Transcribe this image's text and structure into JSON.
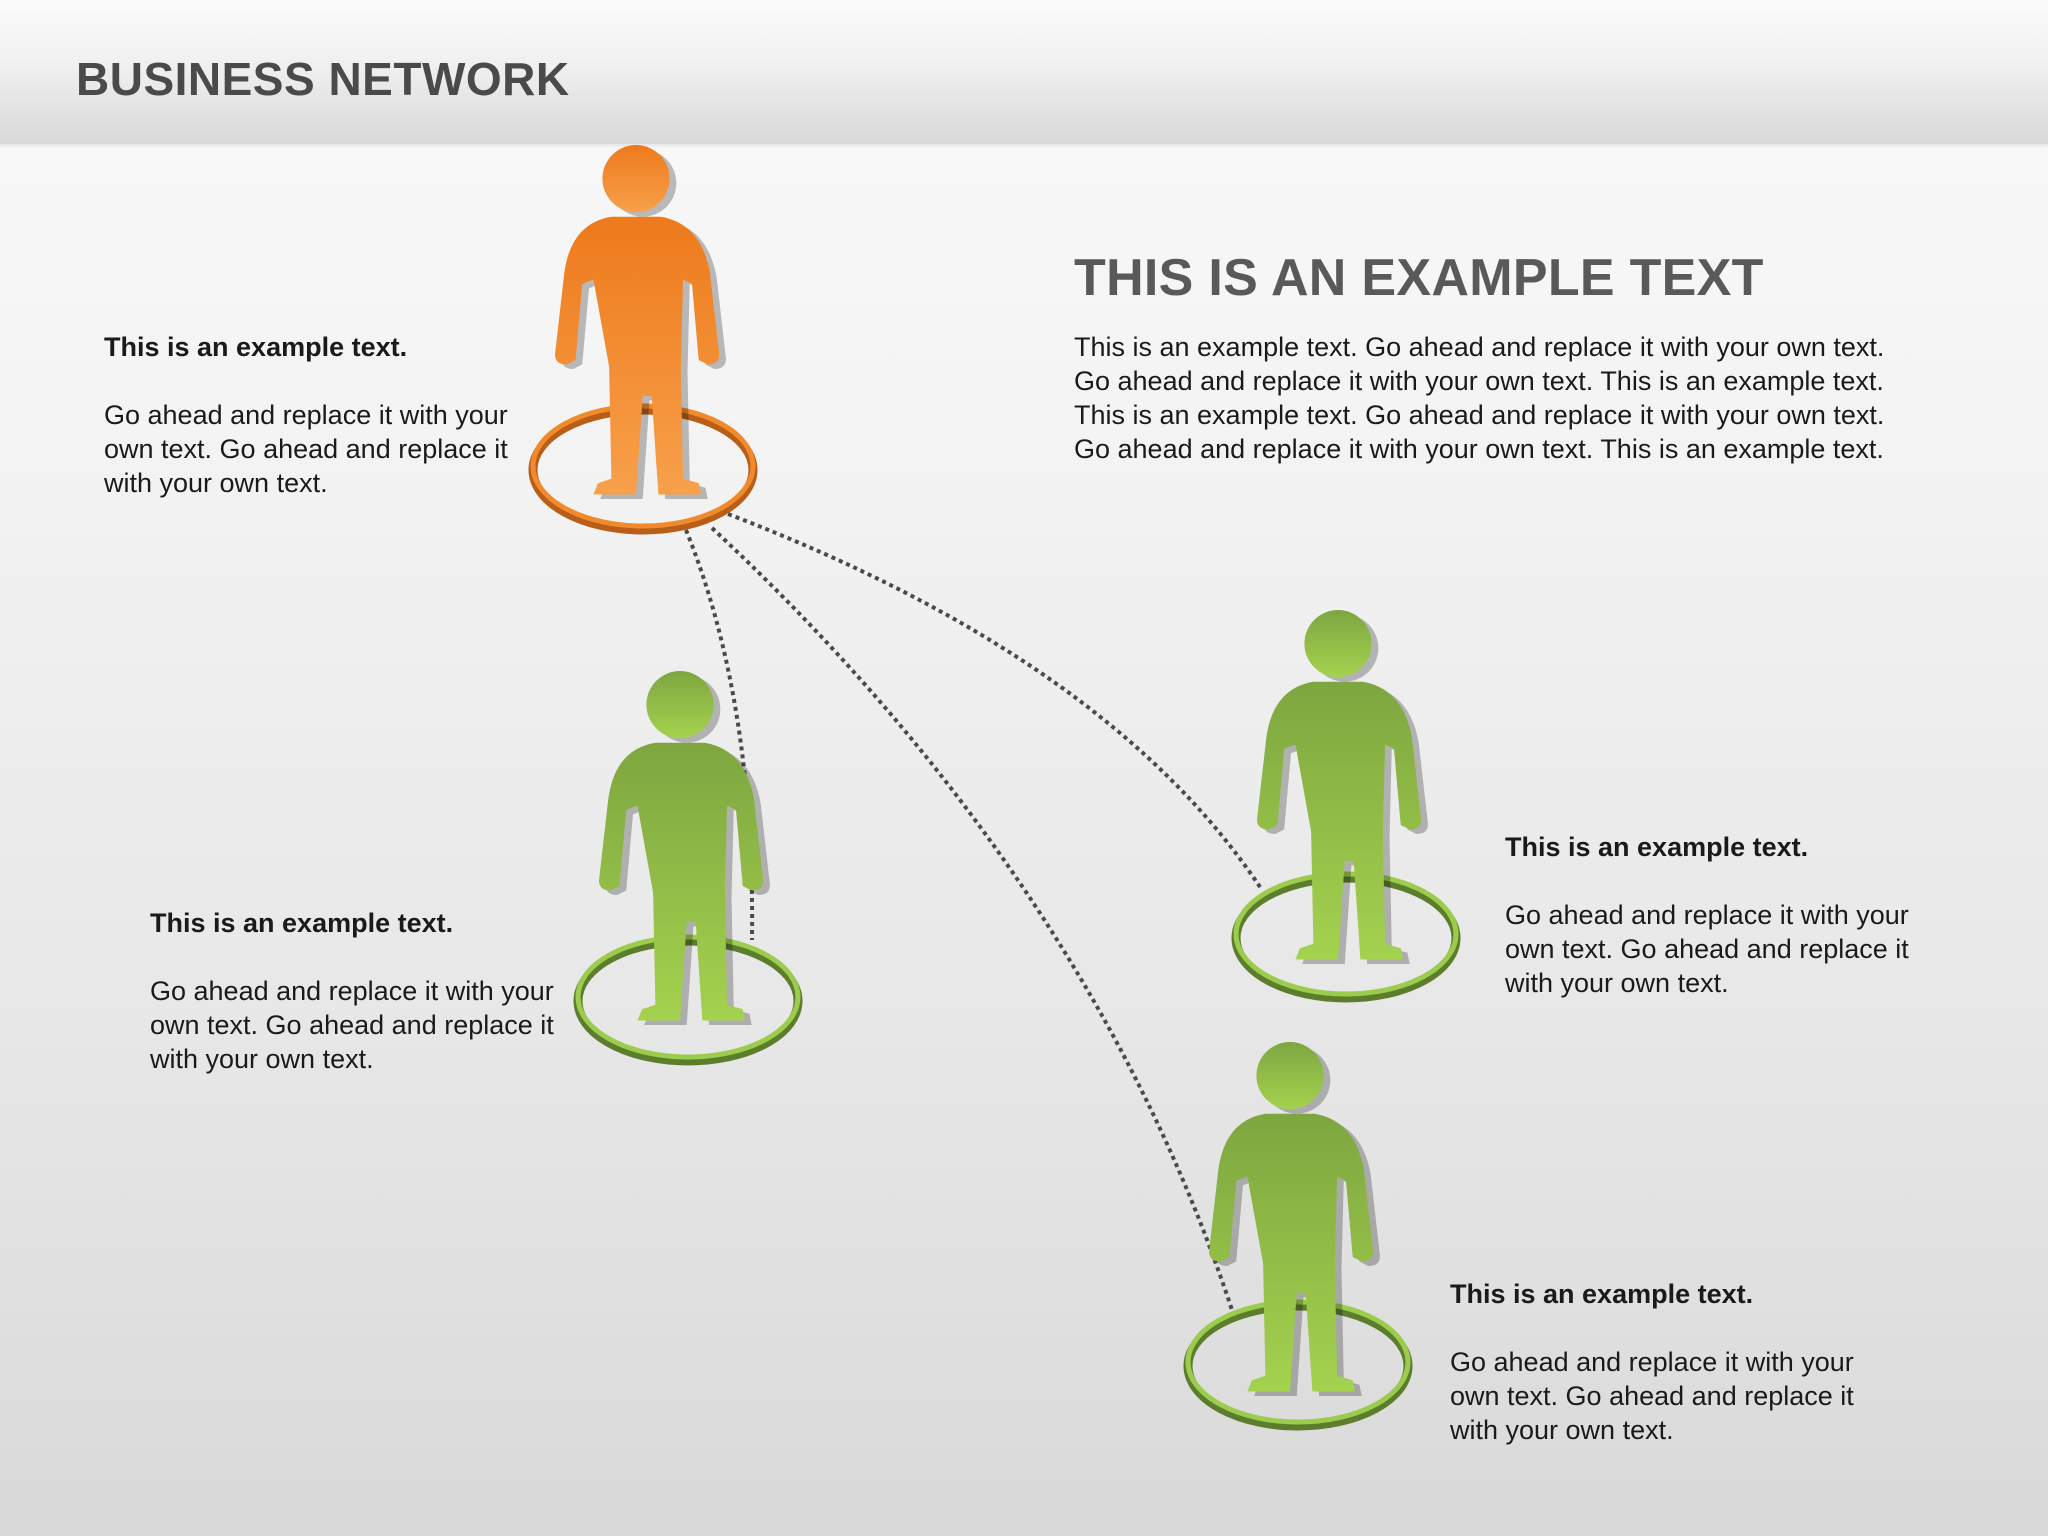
{
  "header": {
    "title": "BUSINESS NETWORK"
  },
  "main": {
    "heading": "THIS IS AN EXAMPLE TEXT",
    "body": "This is an example text. Go ahead and replace it with your own text. Go ahead and replace it with your own text. This is an example text. This is an example text. Go ahead and replace it with your own text. Go ahead and replace it with your own text. This is an example text."
  },
  "callouts": [
    {
      "title": "This is an example text.",
      "body": "Go ahead and replace it with your own text. Go ahead and replace it with your own text."
    },
    {
      "title": "This is an example text.",
      "body": "Go ahead and replace it with your own text. Go ahead and replace it with your own text."
    },
    {
      "title": "This is an example text.",
      "body": "Go ahead and replace it with your own text. Go ahead and replace it with your own text."
    },
    {
      "title": "This is an example text.",
      "body": "Go ahead and replace it with your own text. Go ahead and replace it with your own text."
    }
  ],
  "colors": {
    "hub_figure": "#f07a1e",
    "hub_ring": "#d2691e",
    "node_figure": "#8cbf3f",
    "node_ring": "#7aa83a",
    "connector": "#4a4a4a"
  },
  "icons": {
    "hub": "person-figure-icon",
    "node": "person-figure-icon"
  }
}
